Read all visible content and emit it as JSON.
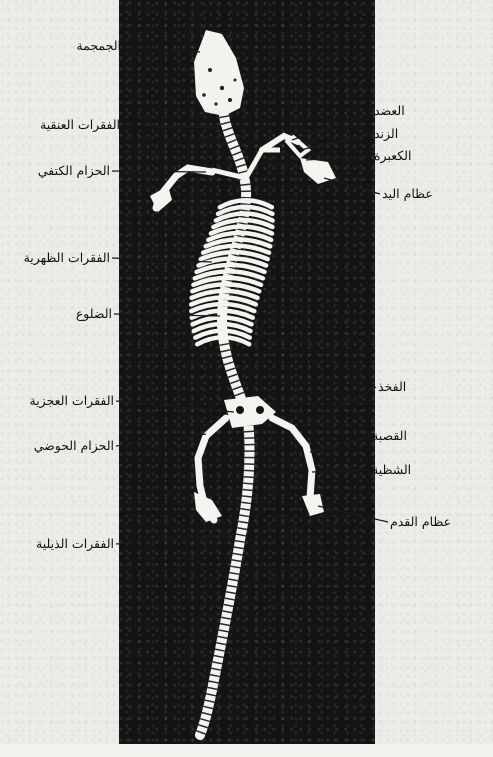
{
  "labels": {
    "skull": "الجمجمة",
    "cervical": "الفقرات العنقية",
    "pectoral_girdle": "الحزام الكتفي",
    "thoracic": "الفقرات الظهرية",
    "ribs": "الضلوع",
    "sacral": "الفقرات العجزية",
    "pelvic_girdle": "الحزام الحوضي",
    "caudal": "الفقرات الذيلية",
    "humerus": "العضد",
    "radius": "الزند",
    "ulna": "الكعبرة",
    "hand": "عظام اليد",
    "femur": "الفخذ",
    "tibia": "القصبة",
    "fibula": "الشظية",
    "foot": "عظام القدم"
  },
  "colors": {
    "background_plate": "#141414",
    "bone": "#f4f4f0",
    "paper": "#ebebe8",
    "ink": "#111111"
  }
}
